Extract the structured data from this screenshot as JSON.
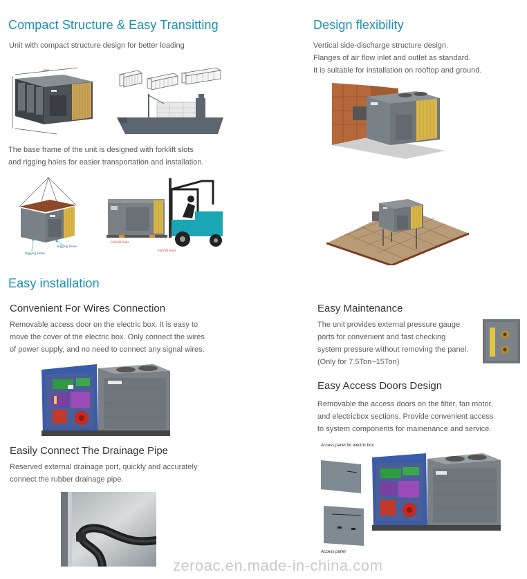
{
  "compact": {
    "title": "Compact Structure & Easy Transitting",
    "line1": "Unit with compact structure design for better loading",
    "para": [
      "The base frame of the unit is designed with forklift slots",
      "and rigging holes for easier transportation and installation."
    ],
    "rigging_label_1": "Rigging Holes",
    "rigging_label_2": "Rigging Holes",
    "forklift_label_1": "Forklift Slots",
    "forklift_label_2": "Forklift Slots"
  },
  "design": {
    "title": "Design flexibility",
    "lines": [
      "Vertical side-discharge structure design.",
      "Flanges of air flow inlet and outlet as standard.",
      "It is suitable for installation on rooftop and ground."
    ]
  },
  "easy_install": {
    "title": "Easy installation"
  },
  "wires": {
    "title": "Convenient For Wires Connection",
    "lines": [
      "Removable access door on the electric box. It is easy to",
      "move the cover of the electric box. Only connect the wires",
      "of power supply, and no need to connect any signal wires."
    ]
  },
  "drainage": {
    "title": "Easily Connect The Drainage Pipe",
    "lines": [
      "Reserved external drainage port, quickly and accurately",
      "connect the rubber drainage pipe."
    ]
  },
  "maintenance": {
    "title": "Easy Maintenance",
    "lines": [
      "The unit provides external pressure gauge",
      "ports for convenient and fast checking",
      "system pressure without removing the panel.",
      "(Only for 7.5Ton~15Ton)"
    ]
  },
  "access": {
    "title": "Easy Access Doors Design",
    "lines": [
      "Removable the access doors on the filter, fan motor,",
      "and electricbox sections. Provide convenient access",
      "to system components for mainenance and service."
    ],
    "label_electric": "Access panel for electric box",
    "label_panel": "Access panel"
  },
  "watermark": "zeroac.en.made-in-china.com",
  "colors": {
    "heading_teal": "#1a8fb3",
    "unit_gray": "#6f767b",
    "coil_yellow": "#d8b64a",
    "brick": "#b5683a",
    "ship_gray": "#5b6670",
    "forklift_teal": "#1aa6b5"
  }
}
